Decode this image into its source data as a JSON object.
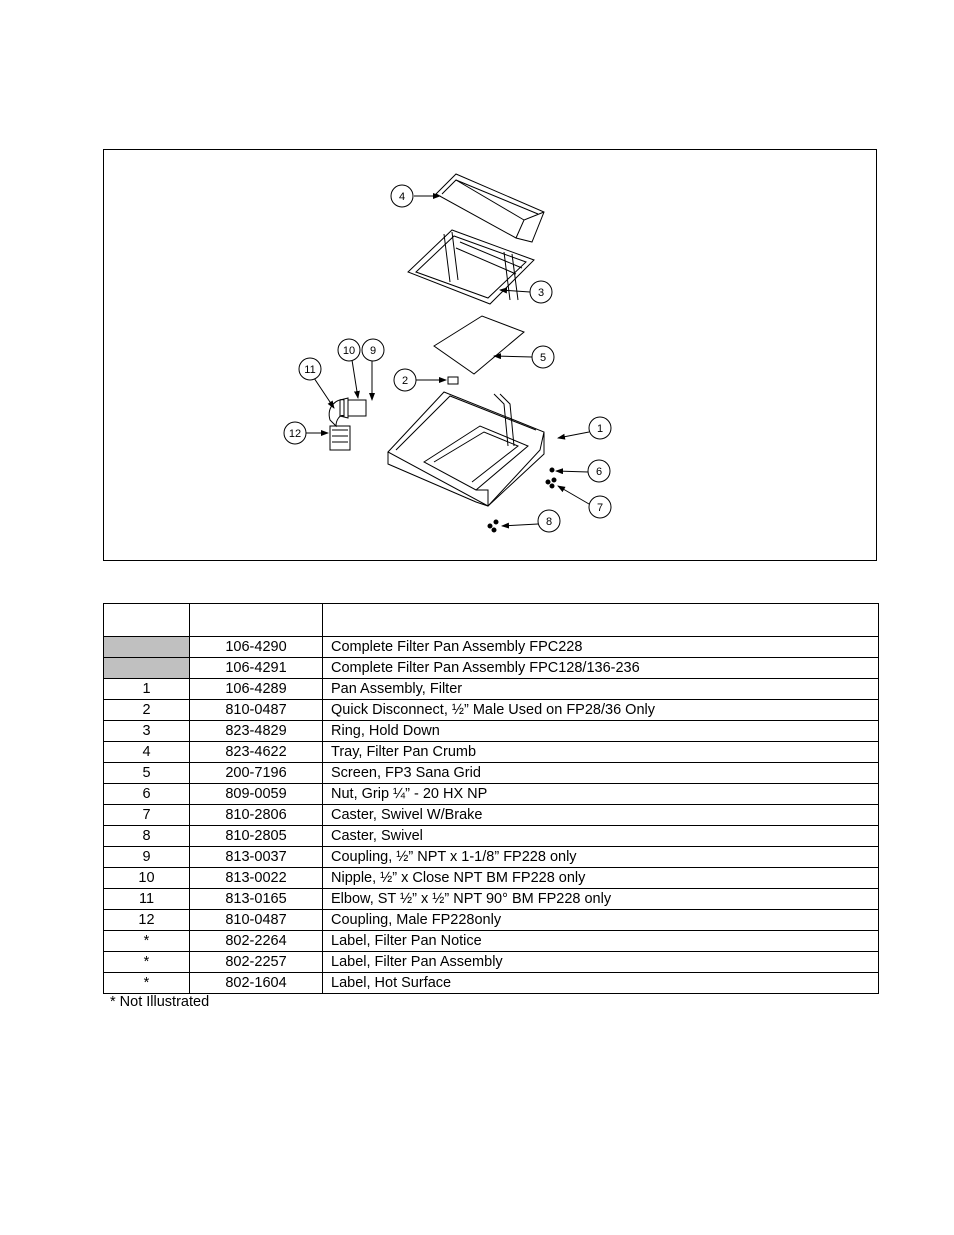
{
  "figure": {
    "callouts": [
      "1",
      "2",
      "3",
      "4",
      "5",
      "6",
      "7",
      "8",
      "9",
      "10",
      "11",
      "12"
    ]
  },
  "table": {
    "headers": [
      "",
      "",
      ""
    ],
    "rows": [
      {
        "item": "",
        "part": "106-4290",
        "desc": "Complete Filter Pan Assembly FPC228",
        "shaded": true
      },
      {
        "item": "",
        "part": "106-4291",
        "desc": "Complete Filter Pan Assembly FPC128/136-236",
        "shaded": true
      },
      {
        "item": "1",
        "part": "106-4289",
        "desc": "Pan Assembly, Filter"
      },
      {
        "item": "2",
        "part": "810-0487",
        "desc": "Quick Disconnect, ½” Male Used on FP28/36 Only"
      },
      {
        "item": "3",
        "part": "823-4829",
        "desc": "Ring, Hold Down"
      },
      {
        "item": "4",
        "part": "823-4622",
        "desc": "Tray, Filter Pan Crumb"
      },
      {
        "item": "5",
        "part": "200-7196",
        "desc": "Screen, FP3 Sana Grid"
      },
      {
        "item": "6",
        "part": "809-0059",
        "desc": "Nut, Grip ¼” - 20 HX NP"
      },
      {
        "item": "7",
        "part": "810-2806",
        "desc": "Caster, Swivel W/Brake"
      },
      {
        "item": "8",
        "part": "810-2805",
        "desc": "Caster, Swivel"
      },
      {
        "item": "9",
        "part": "813-0037",
        "desc": "Coupling, ½” NPT x 1-1/8” FP228 only"
      },
      {
        "item": "10",
        "part": "813-0022",
        "desc": "Nipple, ½” x Close NPT BM FP228 only"
      },
      {
        "item": "11",
        "part": "813-0165",
        "desc": "Elbow, ST ½” x ½” NPT 90° BM FP228 only"
      },
      {
        "item": "12",
        "part": "810-0487",
        "desc": "Coupling, Male FP228only"
      },
      {
        "item": "*",
        "part": "802-2264",
        "desc": "Label, Filter Pan Notice"
      },
      {
        "item": "*",
        "part": "802-2257",
        "desc": "Label, Filter Pan Assembly"
      },
      {
        "item": "*",
        "part": "802-1604",
        "desc": "Label, Hot Surface"
      }
    ]
  },
  "footnote": "* Not Illustrated"
}
